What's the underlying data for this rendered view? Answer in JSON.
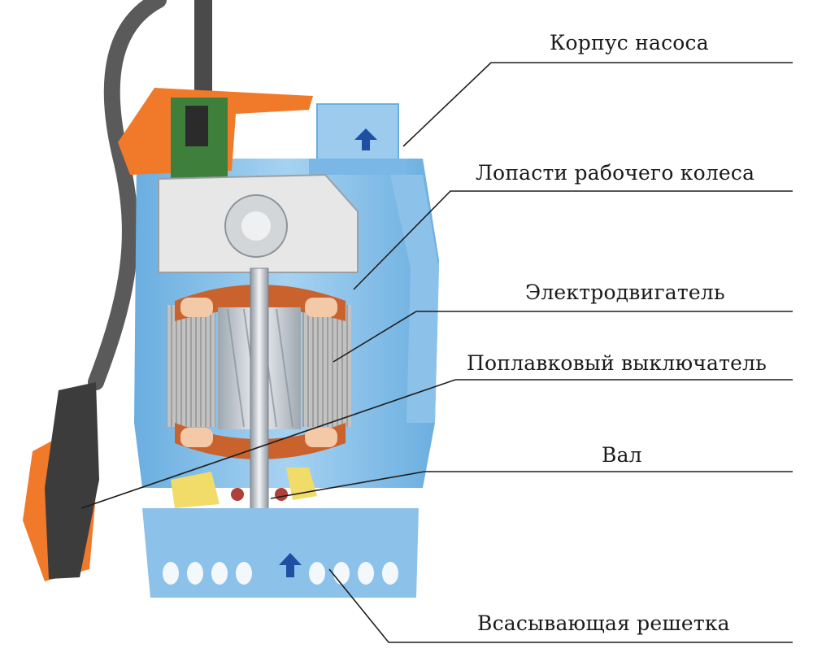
{
  "labels": {
    "pump_housing": "Корпус насоса",
    "impeller_blades": "Лопасти рабочего колеса",
    "electric_motor": "Электродвигатель",
    "float_switch": "Поплавковый выключатель",
    "shaft": "Вал",
    "intake_grid": "Всасывающая решетка"
  },
  "colors": {
    "body_blue": "#8ec3ea",
    "body_dark_blue": "#5d9fd3",
    "orange": "#f07a2a",
    "float_dark": "#3c3c3c",
    "cable": "#555555",
    "copper": "#c9622c",
    "winding": "#f3c9a8",
    "stator_grey": "#b9b9b9",
    "yellow_seal": "#f1dc6a",
    "arrow_blue": "#1f4fa3"
  }
}
